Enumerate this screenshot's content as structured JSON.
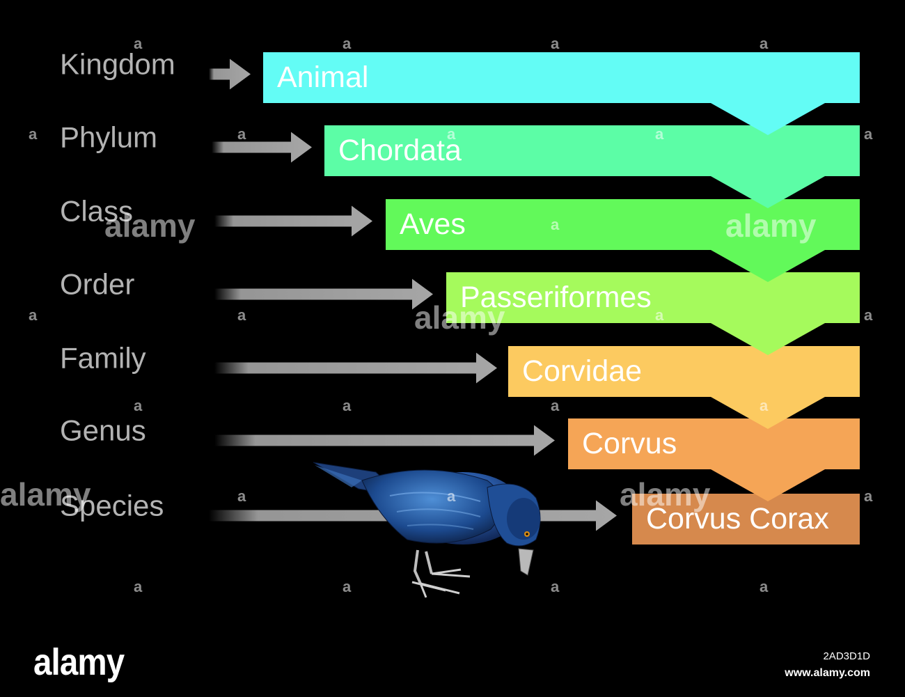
{
  "taxonomy": [
    {
      "rank": "Kingdom",
      "taxon": "Animal",
      "color": "#63fcf5"
    },
    {
      "rank": "Phylum",
      "taxon": "Chordata",
      "color": "#5cfda6"
    },
    {
      "rank": "Class",
      "taxon": "Aves",
      "color": "#62f95a"
    },
    {
      "rank": "Order",
      "taxon": "Passeriformes",
      "color": "#a5fa5c"
    },
    {
      "rank": "Family",
      "taxon": "Corvidae",
      "color": "#fcca60"
    },
    {
      "rank": "Genus",
      "taxon": "Corvus",
      "color": "#f5a556"
    },
    {
      "rank": "Species",
      "taxon": "Corvus Corax",
      "color": "#d6894d"
    }
  ],
  "arrow_color": "#a6a6a6",
  "image_subject": "raven",
  "watermark": {
    "small_mark": "a",
    "word": "alamy",
    "logo": "alamy",
    "image_id": "2AD3D1D",
    "url": "www.alamy.com"
  }
}
